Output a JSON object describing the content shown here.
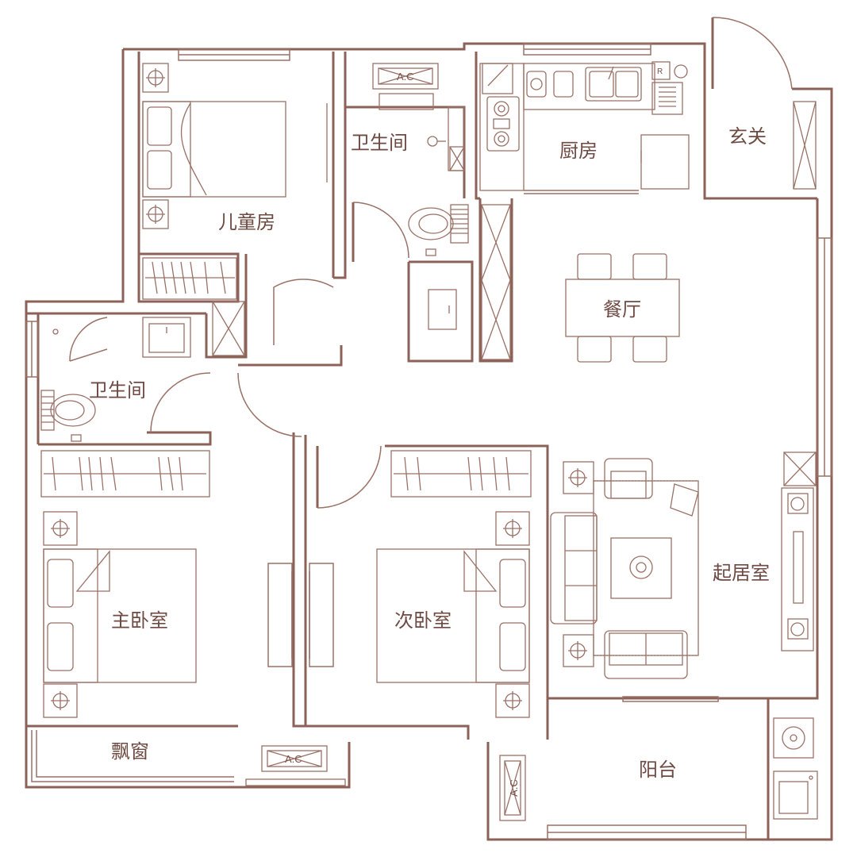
{
  "rooms": {
    "children_room": "儿童房",
    "bathroom_north": "卫生间",
    "kitchen": "厨房",
    "entrance": "玄关",
    "dining": "餐厅",
    "bathroom_west": "卫生间",
    "master_bedroom": "主卧室",
    "second_bedroom": "次卧室",
    "living_room": "起居室",
    "bay_window": "飘窗",
    "balcony": "阳台"
  },
  "ac_units": {
    "north": "A.C",
    "south": "A.C",
    "balcony": "A.C"
  },
  "fridge_mark": "R",
  "colors": {
    "line": "#8c6258",
    "text": "#6e4a42",
    "background": "#ffffff"
  }
}
